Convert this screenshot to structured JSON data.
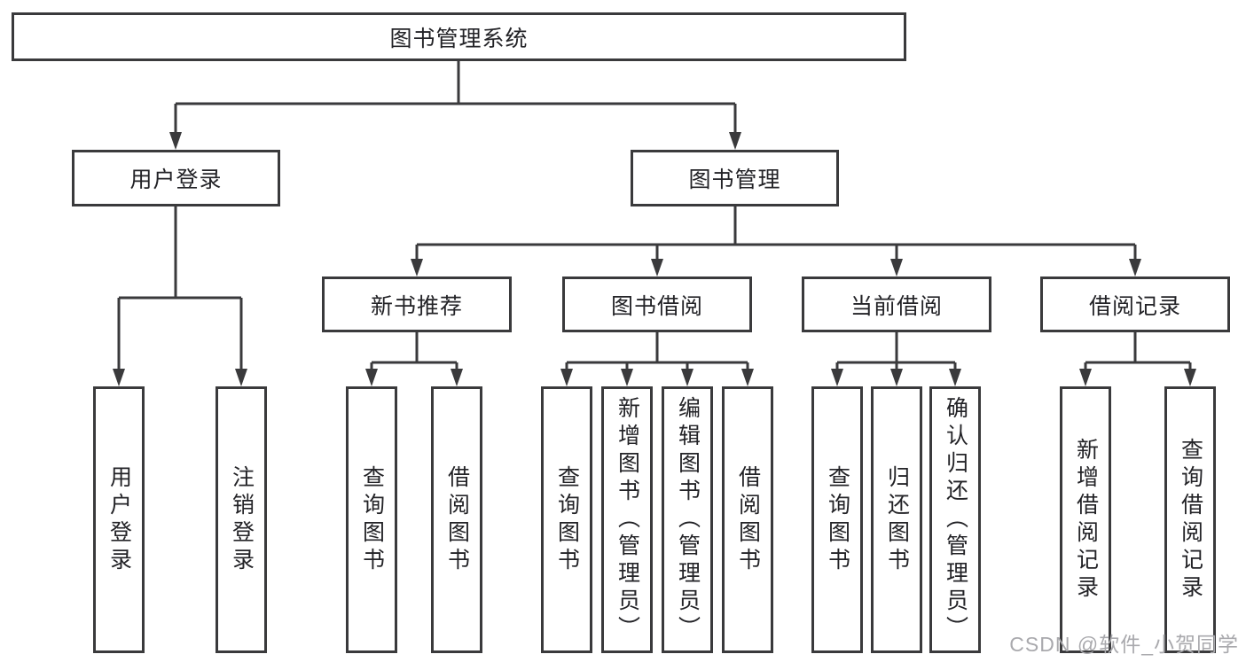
{
  "colors": {
    "line": "#3a3a3c",
    "text": "#232327",
    "box_background": "#ffffff",
    "watermark": "#a9a9ad"
  },
  "watermark": "CSDN @软件_小贺同学",
  "tree": {
    "root": "图书管理系统",
    "children": [
      {
        "label": "用户登录",
        "children": [
          "用户登录",
          "注销登录"
        ]
      },
      {
        "label": "图书管理",
        "children": [
          {
            "label": "新书推荐",
            "children": [
              "查询图书",
              "借阅图书"
            ]
          },
          {
            "label": "图书借阅",
            "children": [
              "查询图书",
              "新增图书（管理员）",
              "编辑图书（管理员）",
              "借阅图书"
            ]
          },
          {
            "label": "当前借阅",
            "children": [
              "查询图书",
              "归还图书",
              "确认归还（管理员）"
            ]
          },
          {
            "label": "借阅记录",
            "children": [
              "新增借阅记录",
              "查询借阅记录"
            ]
          }
        ]
      }
    ]
  }
}
